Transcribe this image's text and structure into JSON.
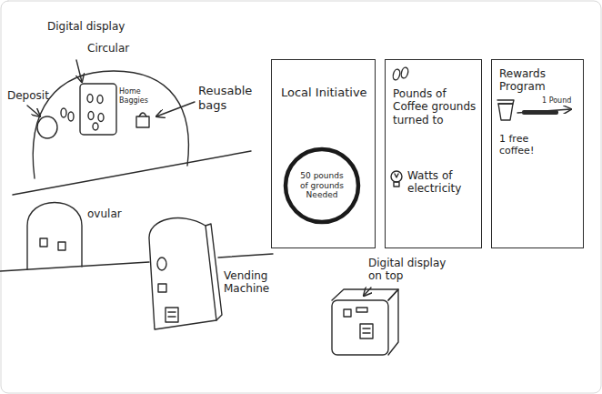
{
  "diagram": {
    "nodes": [
      {
        "text": [
          "Local Initiative"
        ]
      },
      {
        "text": [
          "50 pounds of grounds Needed"
        ],
        "in": 0
      },
      {
        "text": [
          "Pounds of Coffee grounds turned to",
          "Watts of electricity"
        ]
      },
      {
        "text": [
          "Rewards Program",
          "1 Pound",
          "1 free coffee!"
        ]
      }
    ],
    "labels": [
      "Digital display",
      "Circular",
      "Deposit",
      "Home Baggies",
      "Reusable bags",
      "ovular",
      "Vending Machine",
      "Digital display on top"
    ]
  }
}
